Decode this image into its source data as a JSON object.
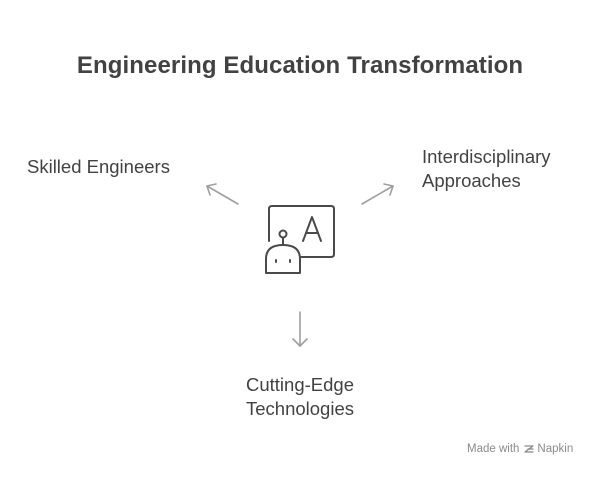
{
  "title": "Engineering Education Transformation",
  "nodes": {
    "left": {
      "label": "Skilled Engineers"
    },
    "right": {
      "line1": "Interdisciplinary",
      "line2": "Approaches"
    },
    "bottom": {
      "line1": "Cutting-Edge",
      "line2": "Technologies"
    }
  },
  "center_icon": {
    "name": "robot-teacher-board-icon",
    "board_letter": "A"
  },
  "footer": {
    "made_with": "Made with",
    "brand": "Napkin",
    "icon": "napkin-logo-icon"
  },
  "colors": {
    "text": "#424242",
    "stroke": "#4a4a4a",
    "arrow": "#9e9e9e",
    "footer": "#8a8a8a"
  }
}
